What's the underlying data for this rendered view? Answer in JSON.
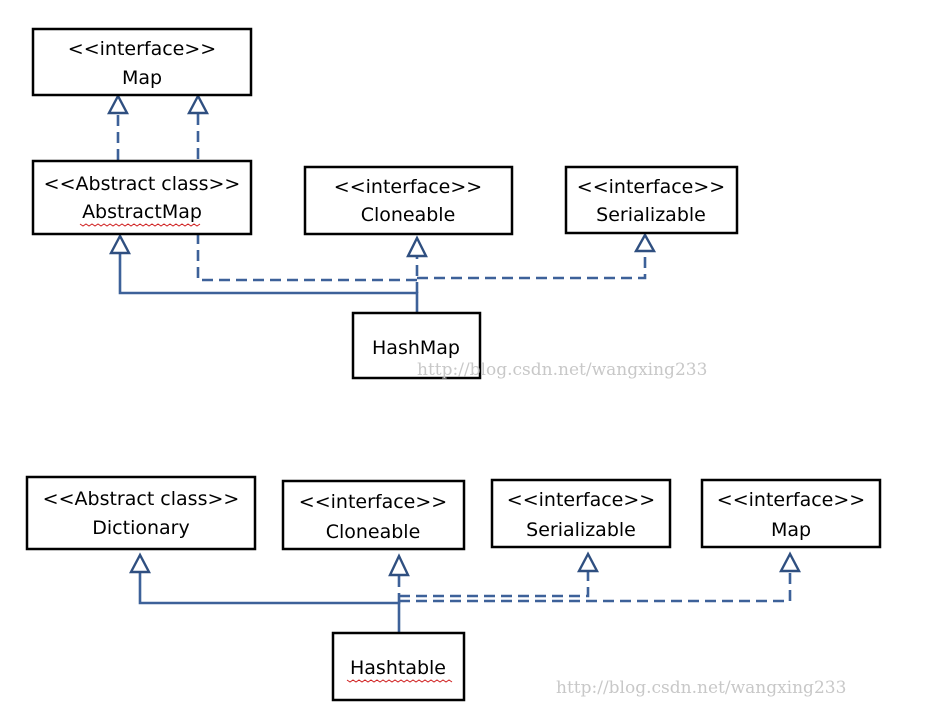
{
  "diagrams": [
    {
      "boxes": [
        {
          "stereotype": "<<interface>>",
          "name": "Map"
        },
        {
          "stereotype": "<<Abstract class>>",
          "name": "AbstractMap"
        },
        {
          "stereotype": "<<interface>>",
          "name": "Cloneable"
        },
        {
          "stereotype": "<<interface>>",
          "name": "Serializable"
        },
        {
          "stereotype": "",
          "name": "HashMap"
        }
      ],
      "relations": [
        {
          "from": "AbstractMap",
          "to": "Map",
          "kind": "realization"
        },
        {
          "from": "HashMap",
          "to": "Map",
          "kind": "realization"
        },
        {
          "from": "HashMap",
          "to": "AbstractMap",
          "kind": "generalization"
        },
        {
          "from": "HashMap",
          "to": "Cloneable",
          "kind": "realization"
        },
        {
          "from": "HashMap",
          "to": "Serializable",
          "kind": "realization"
        }
      ],
      "watermark": "http://blog.csdn.net/wangxing233"
    },
    {
      "boxes": [
        {
          "stereotype": "<<Abstract class>>",
          "name": "Dictionary"
        },
        {
          "stereotype": "<<interface>>",
          "name": "Cloneable"
        },
        {
          "stereotype": "<<interface>>",
          "name": "Serializable"
        },
        {
          "stereotype": "<<interface>>",
          "name": "Map"
        },
        {
          "stereotype": "",
          "name": "Hashtable"
        }
      ],
      "relations": [
        {
          "from": "Hashtable",
          "to": "Dictionary",
          "kind": "generalization"
        },
        {
          "from": "Hashtable",
          "to": "Cloneable",
          "kind": "realization"
        },
        {
          "from": "Hashtable",
          "to": "Serializable",
          "kind": "realization"
        },
        {
          "from": "Hashtable",
          "to": "Map",
          "kind": "realization"
        }
      ],
      "watermark": "http://blog.csdn.net/wangxing233"
    }
  ],
  "colors": {
    "edge": "#3d6199",
    "arrowhead": "#2f4f80",
    "box_border": "#000000",
    "watermark": "#c8c8c8",
    "spellcheck_underline": "#d02020"
  }
}
